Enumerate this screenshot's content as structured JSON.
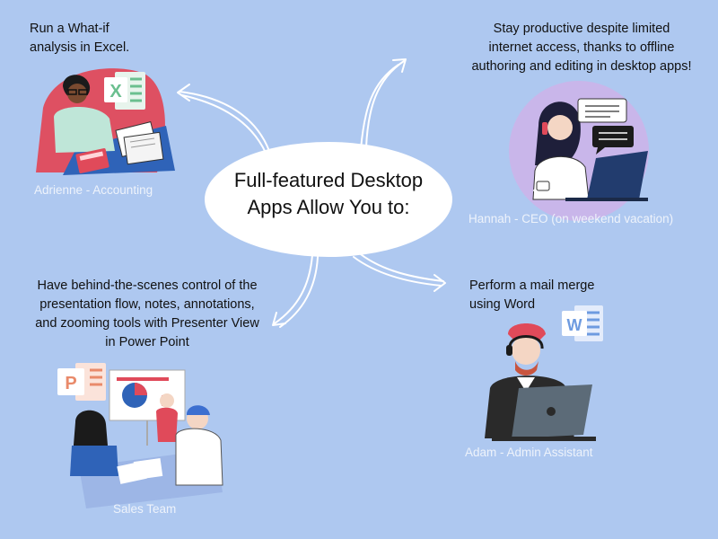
{
  "center": {
    "line1": "Full-featured Desktop",
    "line2": "Apps Allow You to:"
  },
  "nodes": {
    "excel": {
      "line1": "Run a What-if",
      "line2": "analysis in Excel.",
      "caption": "Adrienne - Accounting",
      "icon": "excel-icon"
    },
    "offline": {
      "line1": "Stay productive despite limited",
      "line2": "internet access,  thanks to offline",
      "line3": "authoring and editing in desktop apps!",
      "caption": "Hannah - CEO (on weekend vacation)",
      "icon": "chat-bubbles-icon"
    },
    "powerpoint": {
      "line1": "Have behind-the-scenes control of the",
      "line2": "presentation flow, notes, annotations,",
      "line3": "and zooming tools with Presenter View",
      "line4": "in Power Point",
      "caption": "Sales Team",
      "icon": "powerpoint-icon"
    },
    "word": {
      "line1": "Perform a mail merge",
      "line2": "using Word",
      "caption": "Adam - Admin Assistant",
      "icon": "word-icon"
    }
  },
  "colors": {
    "background": "#aec8f0",
    "center_fill": "#ffffff",
    "caption": "#eef3fb",
    "excel_green": "#6bbf8f",
    "ppt_orange": "#e98a6a",
    "word_blue": "#6e9be0",
    "accent_red": "#e04a5a",
    "accent_purple": "#c9b6ea"
  }
}
